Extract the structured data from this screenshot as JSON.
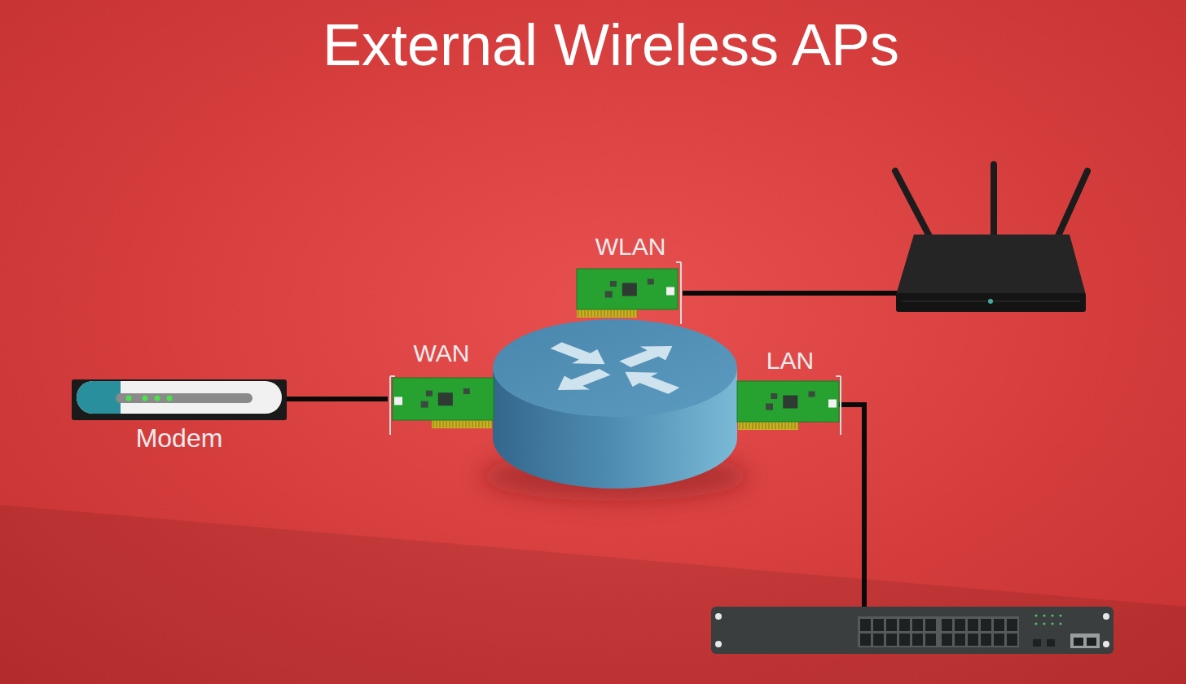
{
  "diagram": {
    "title": "External Wireless APs",
    "nodes": [
      {
        "text": [
          "WLAN"
        ]
      },
      {
        "text": [
          "WAN"
        ]
      },
      {
        "text": [
          "LAN"
        ]
      },
      {
        "text": [
          "Modem"
        ]
      }
    ],
    "edges": [
      {
        "from": 3,
        "to": 1,
        "arrow": "none"
      }
    ]
  }
}
